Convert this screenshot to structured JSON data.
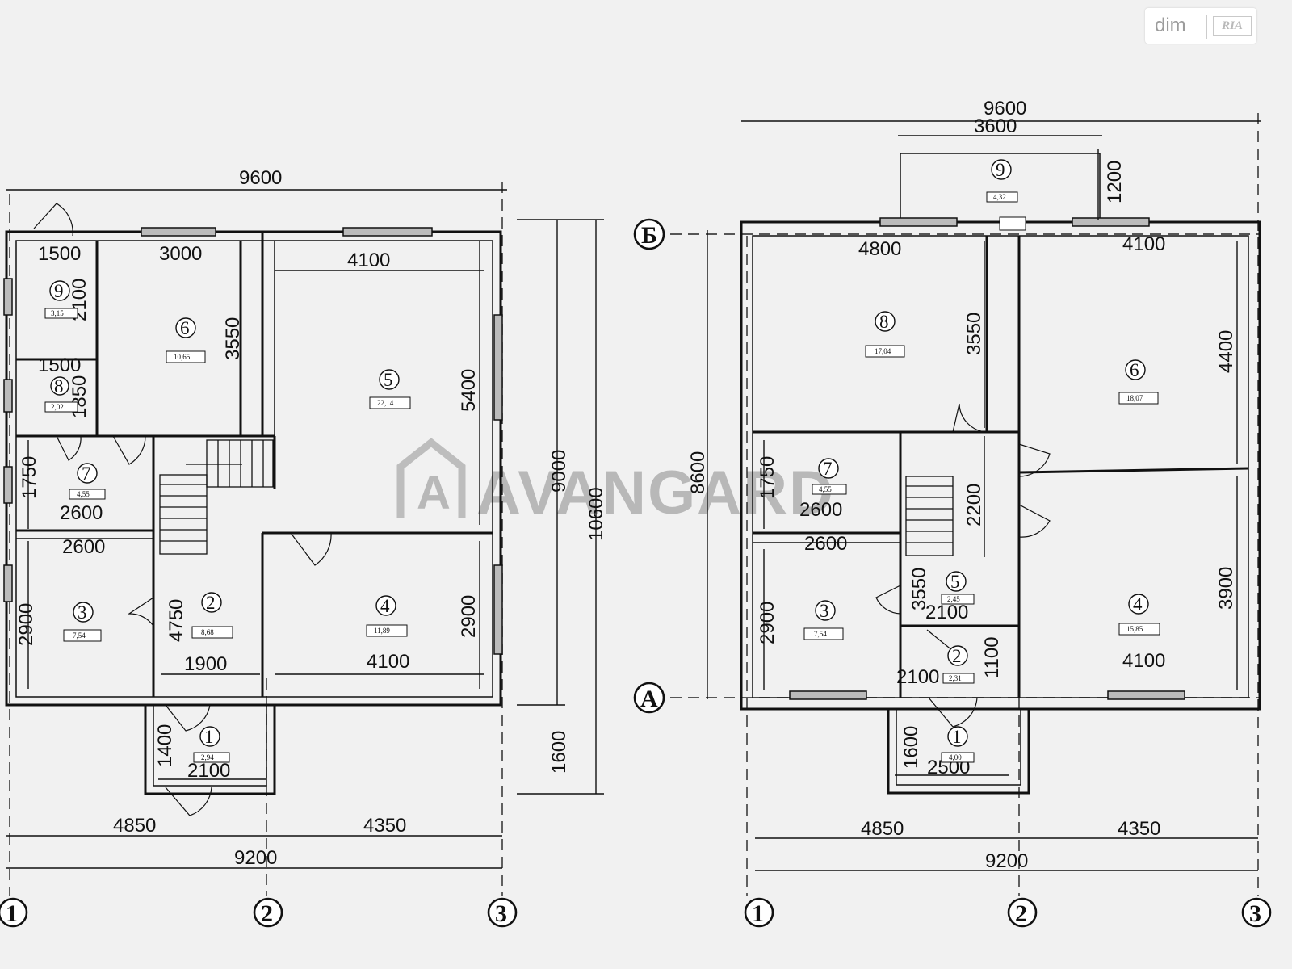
{
  "watermark": {
    "brand": "AVANGARD"
  },
  "badge": {
    "text": "dim",
    "logo": "RIA"
  },
  "plan1": {
    "dimensions": {
      "overall_top": "9600",
      "overall_right": "10600",
      "right_main": "9000",
      "right_porch": "1600",
      "bottom_left": "4850",
      "bottom_right": "4350",
      "bottom_total": "9200",
      "seg_1500": "1500",
      "seg_3000": "3000",
      "seg_4100": "4100",
      "r9_h": "2100",
      "r8_w": "1500",
      "r8_h": "1850",
      "r6_h": "3550",
      "r5_h": "5400",
      "r7_h": "1750",
      "r7_w": "2600",
      "corr_w": "2600",
      "r3_h": "2900",
      "r2_h": "4750",
      "r2_w": "1900",
      "r4_w": "4100",
      "r4_h": "2900",
      "porch_h": "1400",
      "porch_w": "2100"
    },
    "rooms": [
      {
        "num": "1",
        "area": "2,94"
      },
      {
        "num": "2",
        "area": "8,68"
      },
      {
        "num": "3",
        "area": "7,54"
      },
      {
        "num": "4",
        "area": "11,89"
      },
      {
        "num": "5",
        "area": "22,14"
      },
      {
        "num": "6",
        "area": "10,65"
      },
      {
        "num": "7",
        "area": "4,55"
      },
      {
        "num": "8",
        "area": "2,02"
      },
      {
        "num": "9",
        "area": "3,15"
      }
    ],
    "axes": [
      "1",
      "2",
      "3"
    ]
  },
  "plan2": {
    "dimensions": {
      "overall_top": "9600",
      "balcony_w": "3600",
      "balcony_h": "1200",
      "left_total": "8600",
      "r8_w": "4800",
      "r6_w": "4100",
      "r8_h": "3550",
      "r6_h": "4400",
      "r7_h": "1750",
      "r7_w": "2600",
      "corr_w": "2600",
      "hall_h": "2200",
      "r3_h": "2900",
      "r5_h": "3550",
      "r5_w": "2100",
      "r2_h": "1100",
      "r2_w": "2100",
      "r4_h": "3900",
      "r4_w": "4100",
      "porch_h": "1600",
      "porch_w": "2500",
      "bottom_left": "4850",
      "bottom_right": "4350",
      "bottom_total": "9200"
    },
    "rooms": [
      {
        "num": "1",
        "area": "4,00"
      },
      {
        "num": "2",
        "area": "2,31"
      },
      {
        "num": "3",
        "area": "7,54"
      },
      {
        "num": "4",
        "area": "15,85"
      },
      {
        "num": "5",
        "area": "2,45"
      },
      {
        "num": "6",
        "area": "18,07"
      },
      {
        "num": "7",
        "area": "4,55"
      },
      {
        "num": "8",
        "area": "17,04"
      },
      {
        "num": "9",
        "area": "4,32"
      }
    ],
    "axes": [
      "1",
      "2",
      "3"
    ],
    "axis_letters": [
      "Б",
      "А"
    ]
  }
}
